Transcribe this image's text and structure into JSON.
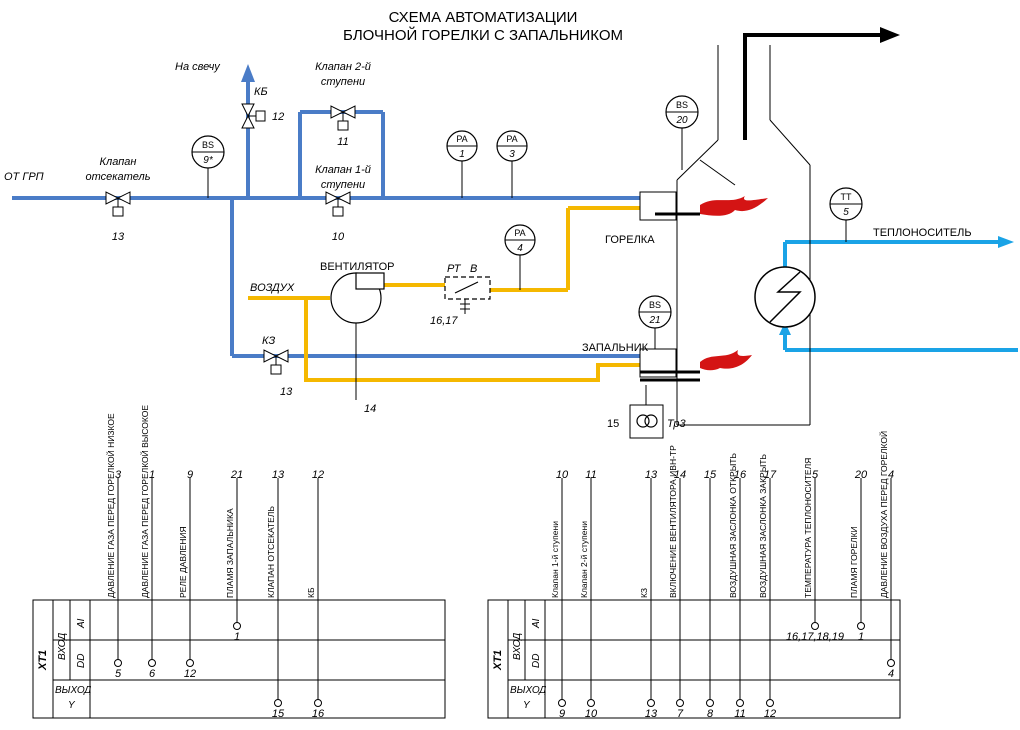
{
  "title": {
    "line1": "СХЕМА АВТОМАТИЗАЦИИ",
    "line2": "БЛОЧНОЙ ГОРЕЛКИ С ЗАПАЛЬНИКОМ"
  },
  "colors": {
    "gas": "#4a7cc7",
    "air": "#f5b800",
    "water": "#1aa3e6",
    "flame": "#d41414",
    "line": "#000000"
  },
  "labels": {
    "ot_grp": "ОТ ГРП",
    "na_svechu": "На свечу",
    "kb": "КБ",
    "kb_num": "12",
    "klapan_otsek_1": "Клапан",
    "klapan_otsek_2": "отсекатель",
    "klapan_otsek_num": "13",
    "klapan2_1": "Клапан 2-й",
    "klapan2_2": "ступени",
    "klapan2_num": "11",
    "klapan1_1": "Клапан 1-й",
    "klapan1_2": "ступени",
    "klapan1_num": "10",
    "vozduh": "ВОЗДУХ",
    "ventilyator": "ВЕНТИЛЯТОР",
    "vent_num": "14",
    "rt": "РТ",
    "rt_v": "В",
    "rt_num": "16,17",
    "kz": "КЗ",
    "kz_num": "13",
    "gorelka": "ГОРЕЛКА",
    "zapalnik": "ЗАПАЛЬНИК",
    "teplonositel": "ТЕПЛОНОСИТЕЛЬ",
    "tr_num": "15",
    "tr": "Тр3"
  },
  "instruments": [
    {
      "code": "BS",
      "num": "9*"
    },
    {
      "code": "PA",
      "num": "1"
    },
    {
      "code": "PA",
      "num": "3"
    },
    {
      "code": "PA",
      "num": "4"
    },
    {
      "code": "BS",
      "num": "20"
    },
    {
      "code": "BS",
      "num": "21"
    },
    {
      "code": "TT",
      "num": "5"
    }
  ],
  "table_left": {
    "xt": "XT1",
    "vhod": "ВХОД",
    "ai": "AI",
    "dd": "DD",
    "vyhod": "ВЫХОД",
    "y": "Y",
    "columns": [
      {
        "top": "3",
        "label": "ДАВЛЕНИЕ ГАЗА ПЕРЕД ГОРЕЛКОЙ НИЗКОЕ",
        "row": "DD",
        "bottom": "5"
      },
      {
        "top": "1",
        "label": "ДАВЛЕНИЕ ГАЗА ПЕРЕД ГОРЕЛКОЙ ВЫСОКОЕ",
        "row": "DD",
        "bottom": "6"
      },
      {
        "top": "9",
        "label": "РЕЛЕ ДАВЛЕНИЯ",
        "row": "DD",
        "bottom": "12"
      },
      {
        "top": "21",
        "label": "ПЛАМЯ ЗАПАЛЬНИКА",
        "row": "AI",
        "bottom": "1"
      },
      {
        "top": "13",
        "label": "КЛАПАН ОТСЕКАТЕЛЬ",
        "row": "Y",
        "bottom": "15"
      },
      {
        "top": "12",
        "label": "КБ",
        "row": "Y",
        "bottom": "16"
      }
    ]
  },
  "table_right": {
    "xt": "XT1",
    "vhod": "ВХОД",
    "ai": "AI",
    "dd": "DD",
    "vyhod": "ВЫХОД",
    "y": "Y",
    "columns": [
      {
        "top": "10",
        "label": "Клапан 1-й ступени",
        "row": "Y",
        "bottom": "9"
      },
      {
        "top": "11",
        "label": "Клапан 2-й ступени",
        "row": "Y",
        "bottom": "10"
      },
      {
        "top": "13",
        "label": "КЗ",
        "row": "Y",
        "bottom": "13"
      },
      {
        "top": "14",
        "label": "ВКЛЮЧЕНИЕ ВЕНТИЛЯТОРА ИВН-ТР",
        "row": "Y",
        "bottom": "7"
      },
      {
        "top": "15",
        "label": "",
        "row": "Y",
        "bottom": "8"
      },
      {
        "top": "16",
        "label": "ВОЗДУШНАЯ ЗАСЛОНКА ОТКРЫТЬ",
        "row": "Y",
        "bottom": "11"
      },
      {
        "top": "17",
        "label": "ВОЗДУШНАЯ ЗАСЛОНКА ЗАКРЫТЬ",
        "row": "Y",
        "bottom": "12"
      },
      {
        "top": "5",
        "label": "ТЕМПЕРАТУРА ТЕПЛОНОСИТЕЛЯ",
        "row": "AI",
        "bottom": "16,17,18,19"
      },
      {
        "top": "20",
        "label": "ПЛАМЯ ГОРЕЛКИ",
        "row": "AI",
        "bottom": "1"
      },
      {
        "top": "4",
        "label": "ДАВЛЕНИЕ ВОЗДУХА ПЕРЕД ГОРЕЛКОЙ",
        "row": "DD",
        "bottom": "4"
      }
    ]
  }
}
